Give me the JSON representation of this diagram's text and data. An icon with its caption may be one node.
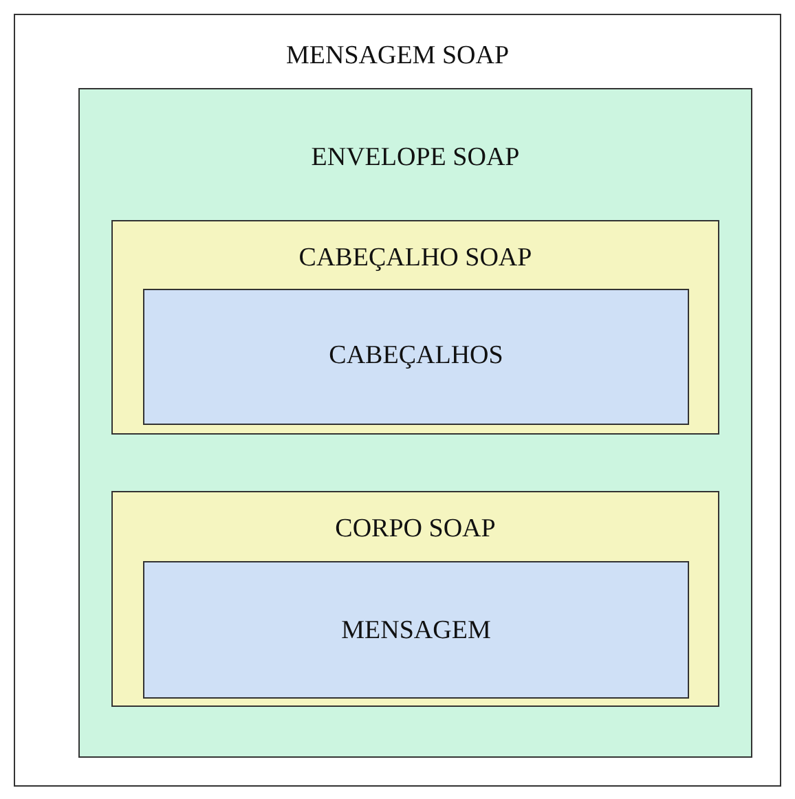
{
  "diagram": {
    "nodes": [
      {
        "text": [
          "MENSAGEM SOAP"
        ]
      },
      {
        "text": [
          "ENVELOPE SOAP"
        ],
        "in": 0
      },
      {
        "text": [
          "CABEÇALHO SOAP"
        ],
        "in": 1
      },
      {
        "text": [
          "CABEÇALHOS"
        ],
        "in": 2
      },
      {
        "text": [
          "CORPO SOAP"
        ],
        "in": 1
      },
      {
        "text": [
          "MENSAGEM"
        ],
        "in": 4
      }
    ]
  }
}
